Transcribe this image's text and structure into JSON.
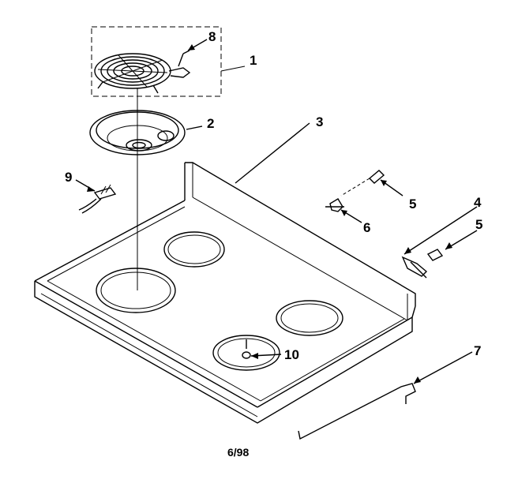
{
  "diagram": {
    "callouts": [
      "1",
      "2",
      "3",
      "4",
      "5",
      "5",
      "6",
      "7",
      "8",
      "9",
      "10"
    ],
    "footer_code": "6/98"
  }
}
